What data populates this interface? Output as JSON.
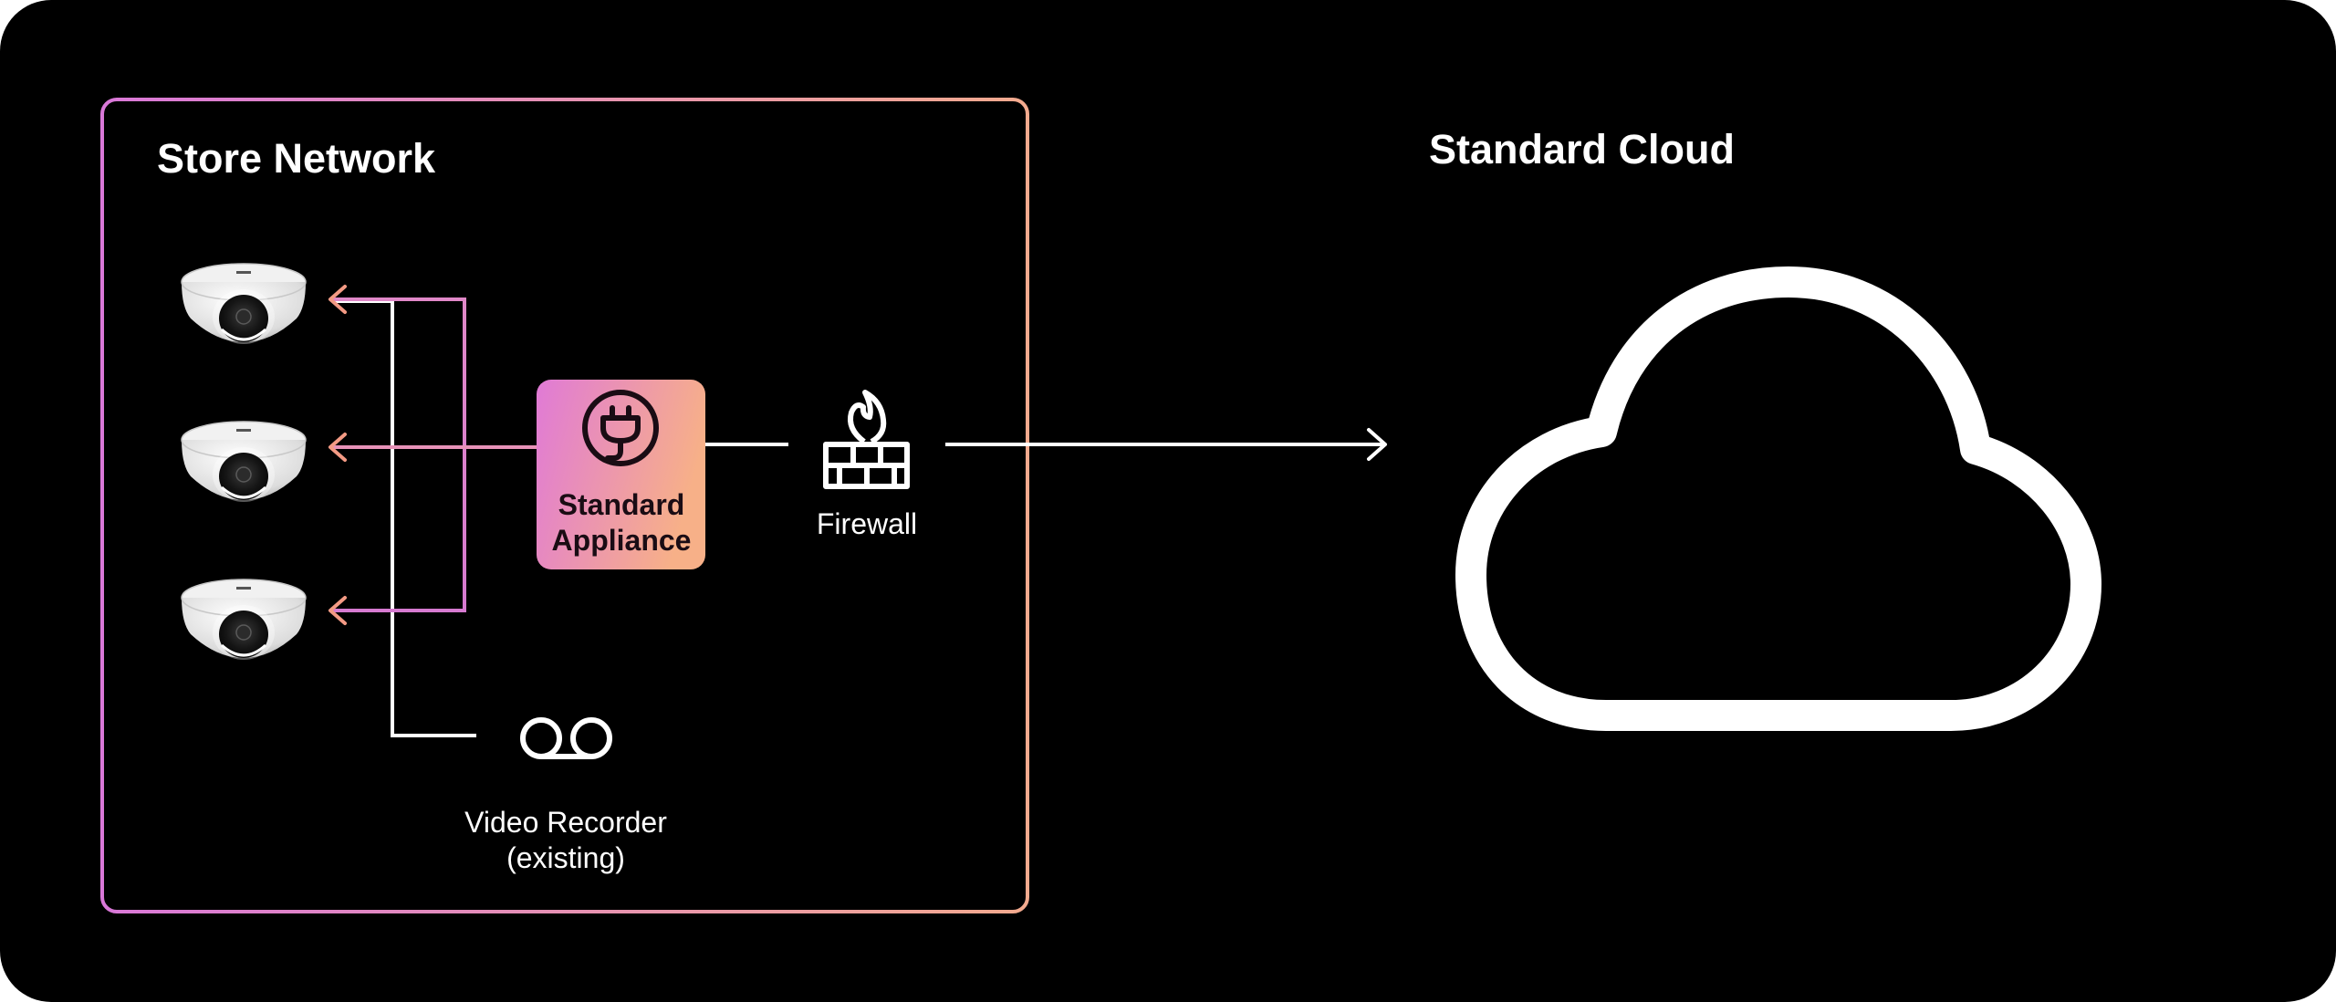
{
  "store_network": {
    "title": "Store Network"
  },
  "cloud": {
    "title": "Standard Cloud"
  },
  "appliance": {
    "line1": "Standard",
    "line2": "Appliance"
  },
  "firewall": {
    "label": "Firewall"
  },
  "recorder": {
    "line1": "Video Recorder",
    "line2": "(existing)"
  },
  "cameras": [
    {
      "icon": "dome-camera-icon"
    },
    {
      "icon": "dome-camera-icon"
    },
    {
      "icon": "dome-camera-icon"
    }
  ],
  "colors": {
    "background": "#000000",
    "gradient_start": "#e07ad6",
    "gradient_end": "#f6b089",
    "line": "#ffffff",
    "arrow_accent": "#f39a84"
  }
}
